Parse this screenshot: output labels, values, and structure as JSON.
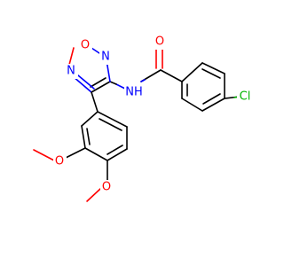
{
  "molecule": {
    "atoms": {
      "o_carbonyl": {
        "label": "O",
        "color": "#ff0000"
      },
      "nh": {
        "label": "NH",
        "color": "#0000ff"
      },
      "n_ring_upper": {
        "label": "N",
        "color": "#0000ff"
      },
      "o_ring": {
        "label": "O",
        "color": "#ff0000"
      },
      "n_ring_lower": {
        "label": "N",
        "color": "#0000ff"
      },
      "cl": {
        "label": "Cl",
        "color": "#00b400"
      },
      "o_methoxy_3": {
        "label": "O",
        "color": "#ff0000"
      },
      "o_methoxy_4": {
        "label": "O",
        "color": "#ff0000"
      }
    }
  }
}
